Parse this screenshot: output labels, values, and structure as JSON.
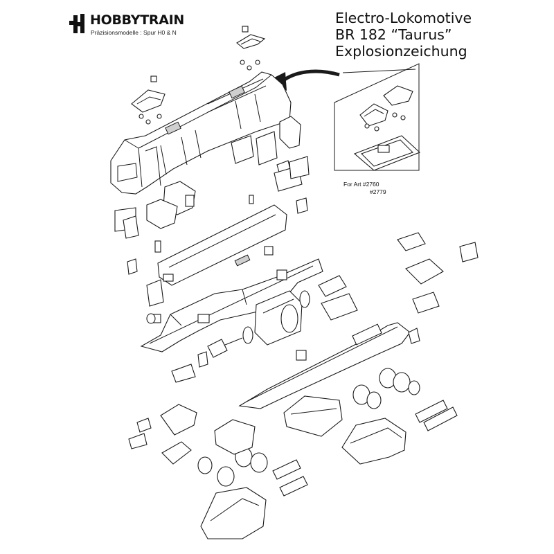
{
  "header": {
    "brand": "HOBBYTRAIN",
    "tagline": "Präzisionsmodelle : Spur H0 & N"
  },
  "title": {
    "line1": "Electro-Lokomotive",
    "line2": "BR 182 “Taurus”",
    "line3": "Explosionzeichung"
  },
  "inset": {
    "label": "For Art",
    "art_numbers": [
      "#2760",
      "#2779"
    ]
  },
  "parts": [
    "logo-mark",
    "pantograph-top",
    "pantograph-left",
    "locomotive-body-shell",
    "headlight-lens",
    "bogie-side-frame",
    "circuit-board",
    "chassis-frame",
    "motor",
    "flywheel",
    "worm-gear",
    "wheelset",
    "bogie-lower",
    "coupler"
  ]
}
